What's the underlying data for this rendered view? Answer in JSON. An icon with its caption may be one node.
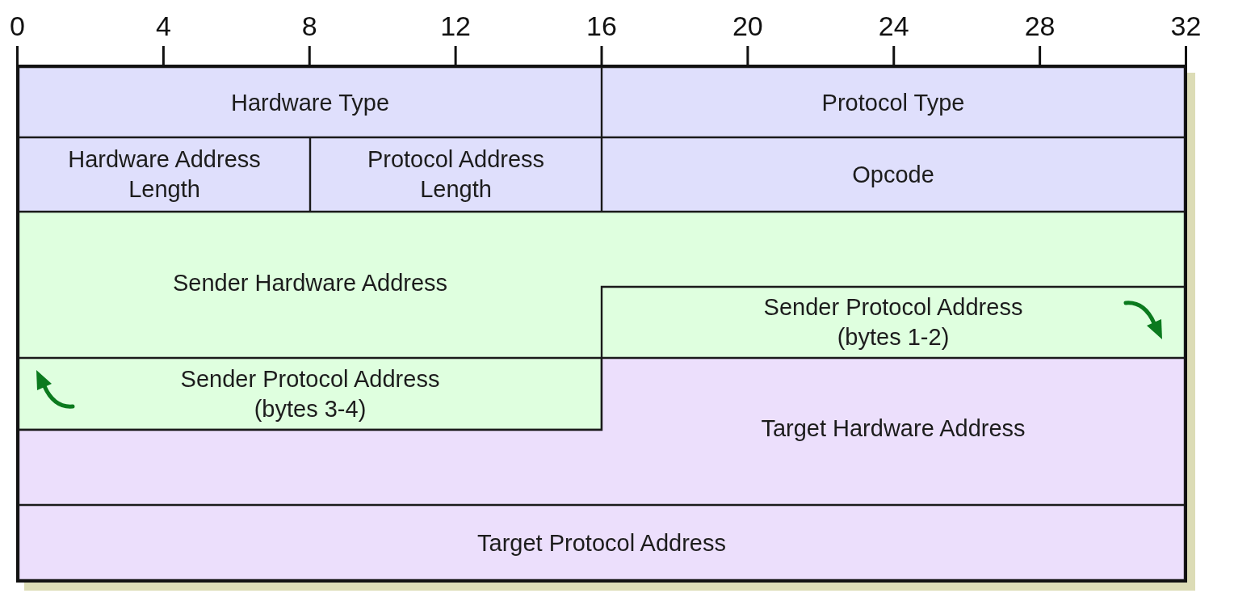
{
  "diagram": {
    "nodes": [
      {
        "text": [
          "Hardware Type"
        ]
      },
      {
        "text": [
          "Protocol Type"
        ]
      },
      {
        "text": [
          "Hardware Address Length"
        ]
      },
      {
        "text": [
          "Protocol Address Length"
        ]
      },
      {
        "text": [
          "Opcode"
        ]
      },
      {
        "text": [
          "Sender Hardware Address"
        ]
      },
      {
        "text": [
          "Sender Protocol Address (bytes 1-2)"
        ]
      },
      {
        "text": [
          "Sender Protocol Address (bytes 3-4)"
        ]
      },
      {
        "text": [
          "Target Hardware Address"
        ]
      },
      {
        "text": [
          "Target Protocol Address"
        ]
      }
    ],
    "labels": [
      "0",
      "4",
      "8",
      "12",
      "16",
      "20",
      "24",
      "28",
      "32"
    ]
  }
}
